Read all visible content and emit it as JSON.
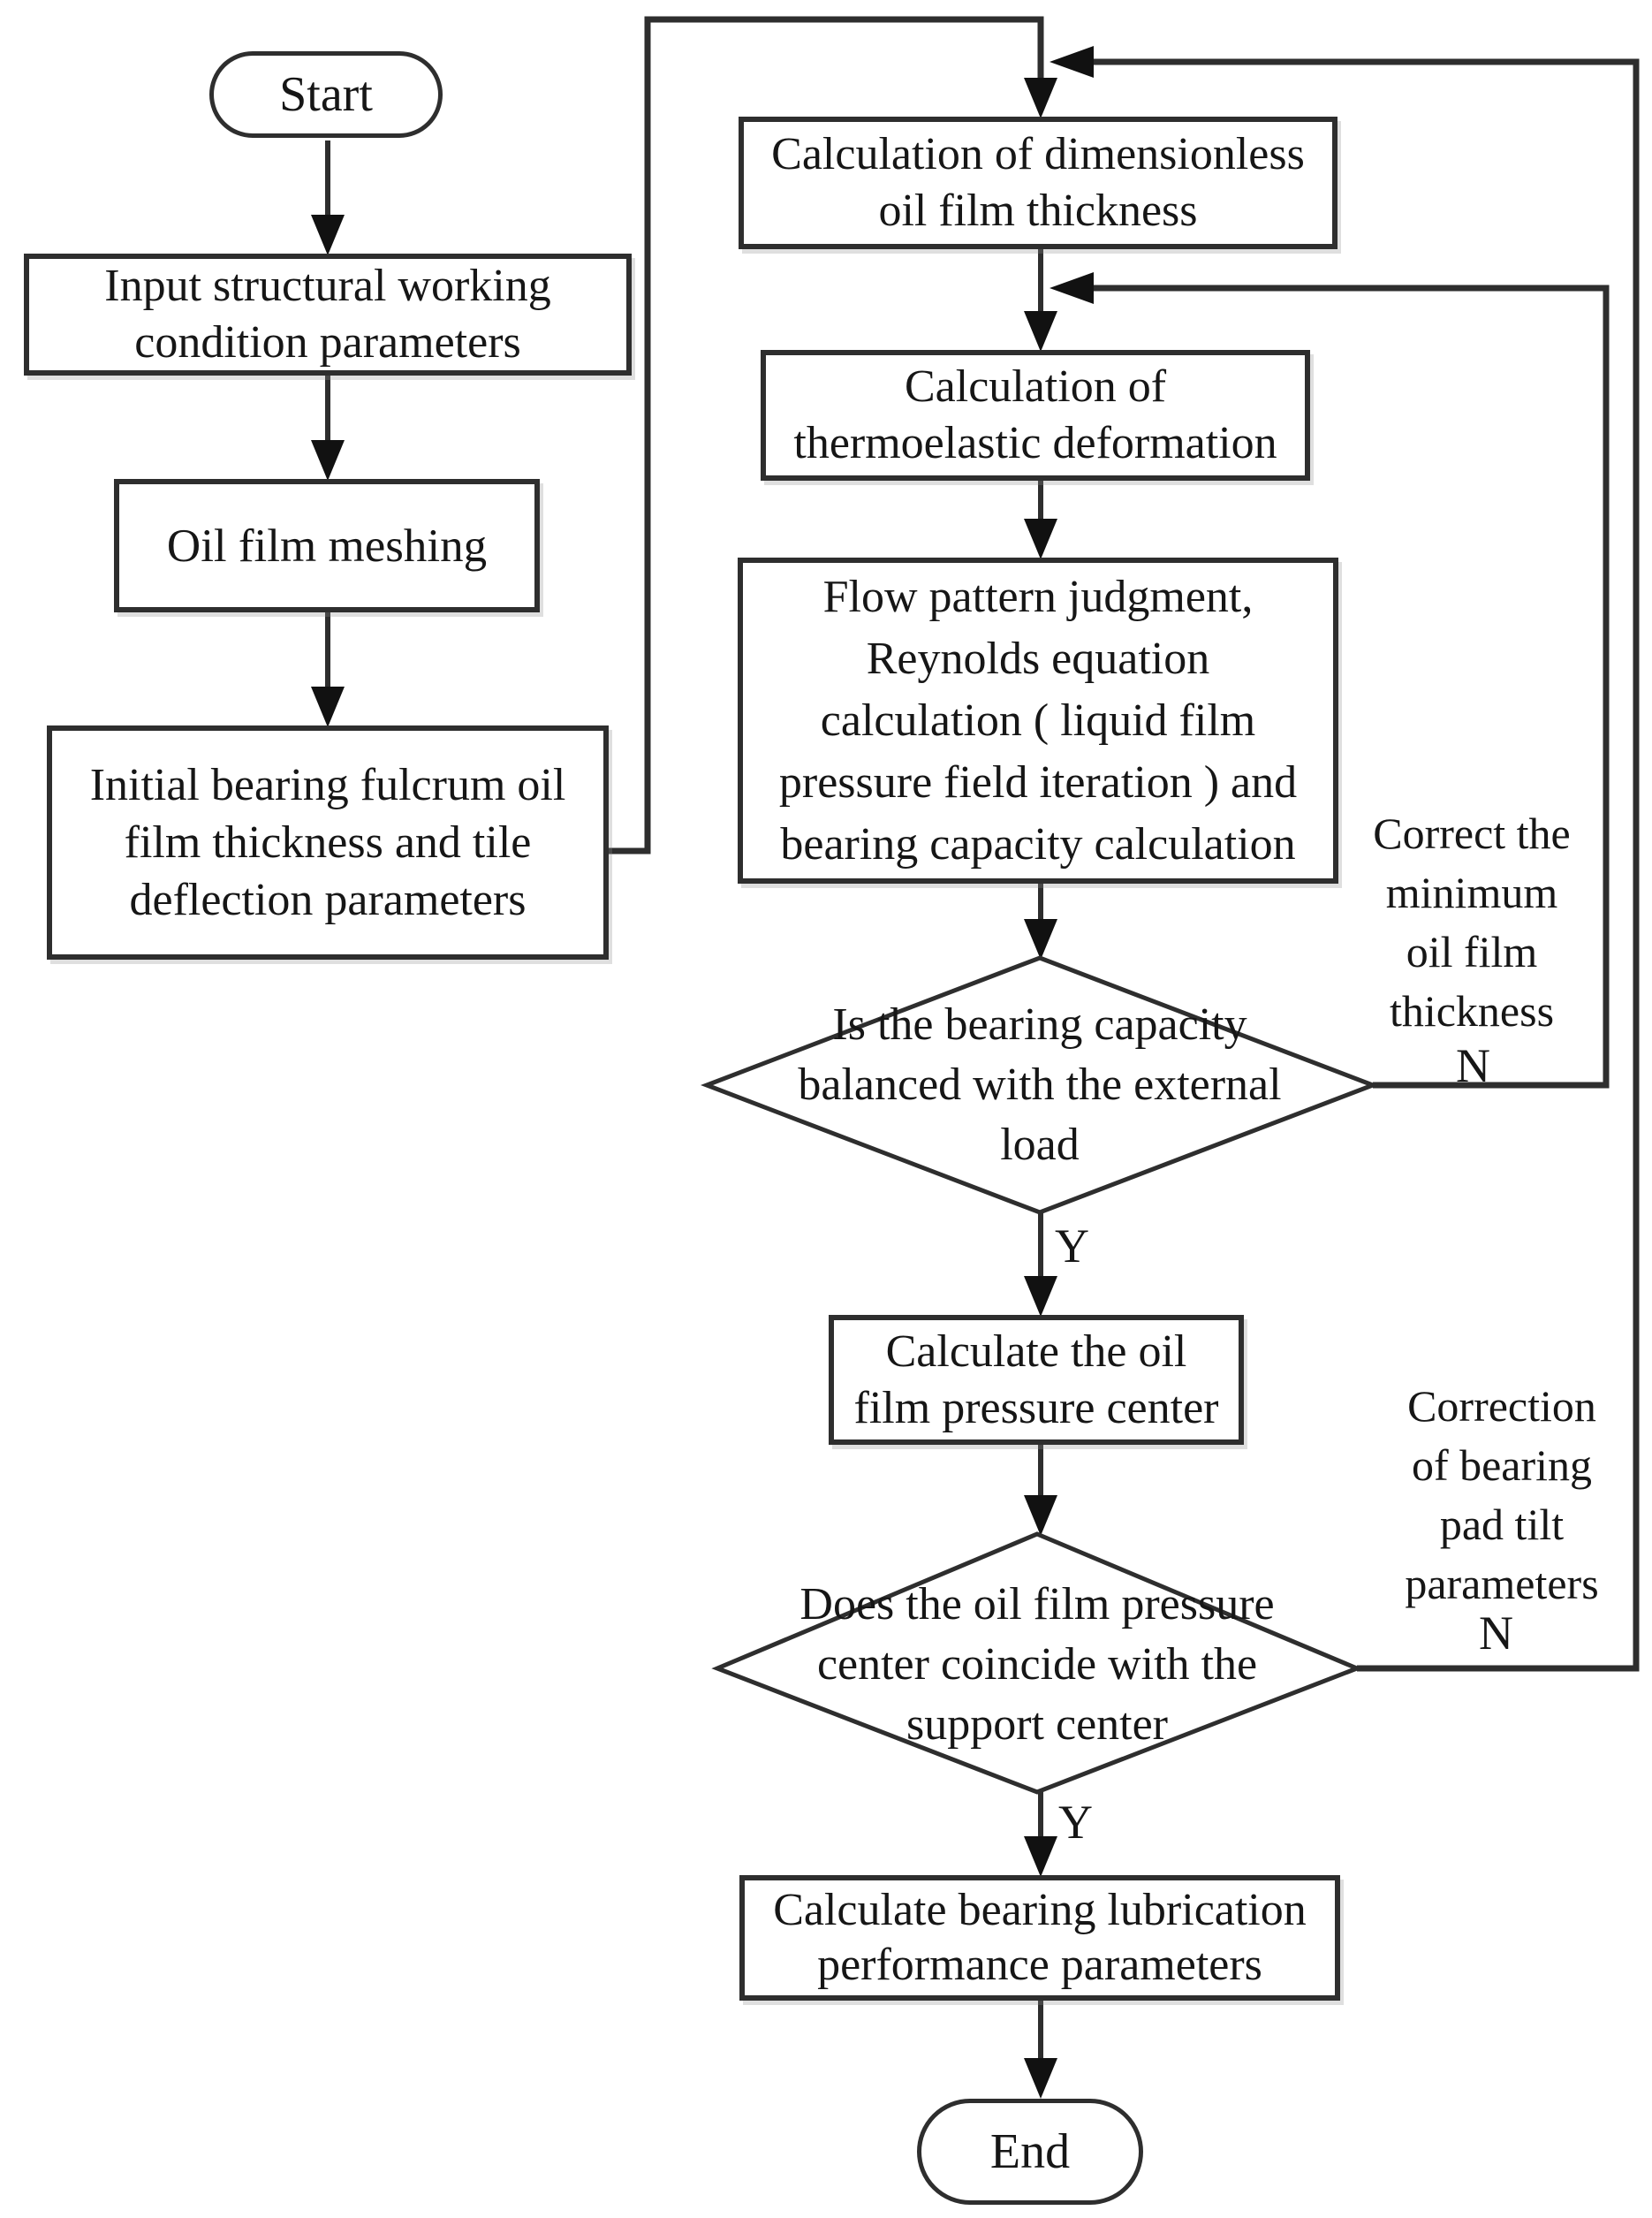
{
  "meta": {
    "diagram_type": "flowchart",
    "colors": {
      "background": "#ffffff",
      "line": "#2e2e2e",
      "arrow_fill": "#111111",
      "text": "#161616"
    }
  },
  "nodes": {
    "start": {
      "label": "Start"
    },
    "input_params": {
      "lines": [
        "Input structural working",
        "condition parameters"
      ]
    },
    "oil_film_meshing": {
      "lines": [
        "Oil film meshing"
      ]
    },
    "initial_bearing": {
      "lines": [
        "Initial bearing fulcrum oil",
        "film thickness and tile",
        "deflection parameters"
      ]
    },
    "dimensionless_thickness": {
      "lines": [
        "Calculation of dimensionless",
        "oil film thickness"
      ]
    },
    "thermoelastic": {
      "lines": [
        "Calculation of",
        "thermoelastic deformation"
      ]
    },
    "flow_pattern": {
      "lines": [
        "Flow pattern judgment,",
        "Reynolds equation",
        "calculation ( liquid film",
        "pressure field iteration ) and",
        "bearing capacity calculation"
      ]
    },
    "decision_capacity": {
      "lines": [
        "Is the bearing capacity",
        "balanced with the external",
        "load"
      ]
    },
    "pressure_center": {
      "lines": [
        "Calculate the oil",
        "film pressure center"
      ]
    },
    "decision_center": {
      "lines": [
        "Does the oil film pressure",
        "center coincide with the",
        "support center"
      ]
    },
    "lubrication_performance": {
      "lines": [
        "Calculate bearing lubrication",
        "performance parameters"
      ]
    },
    "end": {
      "label": "End"
    }
  },
  "labels": {
    "correct_min_thickness": {
      "lines": [
        "Correct the",
        "minimum",
        "oil film",
        "thickness"
      ],
      "branch": "N"
    },
    "correction_pad_tilt": {
      "lines": [
        "Correction",
        "of bearing",
        "pad tilt",
        "parameters"
      ],
      "branch": "N"
    },
    "capacity_yes": "Y",
    "center_yes": "Y"
  }
}
